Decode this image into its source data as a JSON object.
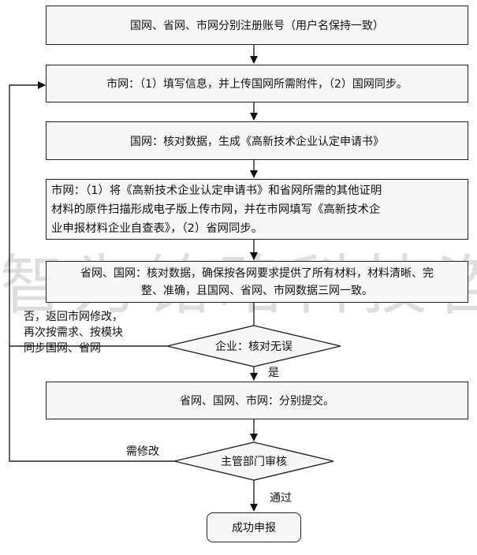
{
  "steps": {
    "step1": "国网、省网、市网分别注册账号（用户名保持一致）",
    "step2": "市网：（1）填写信息，并上传国网所需附件，（2）国网同步。",
    "step3": "国网：核对数据，生成《高新技术企业认定申请书》",
    "step4_lines": [
      "市网：（1）将《高新技术企业认定申请书》和省网所需的其他证明",
      "材料的原件扫描形成电子版上传市网，并在市网填写《高新技术企",
      "业申报材料企业自查表》，（2）省网同步。"
    ],
    "step5_lines": [
      "省网、国网：核对数据，确保按各网要求提供了所有材料，材料清晰、完",
      "整、准确，且国网、省网、市网数据三网一致。"
    ],
    "decision1": "企业：核对无误",
    "step6": "省网、国网、市网：分别提交。",
    "decision2": "主管部门审核",
    "end": "成功申报"
  },
  "labels": {
    "no_lines": [
      "否，返回市网修改，",
      "再次按需求、按模块",
      "同步国网、省网"
    ],
    "yes": "是",
    "revise": "需修改",
    "pass": "通过"
  },
  "watermark": "智为铭略科技咨询"
}
